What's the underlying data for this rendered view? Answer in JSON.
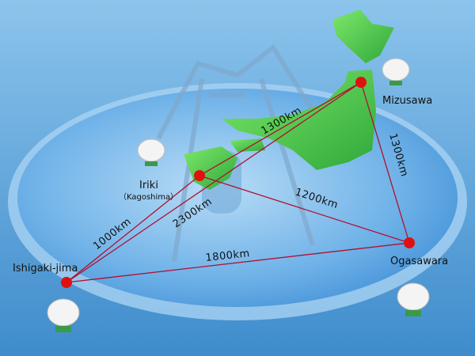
{
  "title": "VERA network",
  "stations": [
    {
      "name": "Mizusawa"
    },
    {
      "name": "Iriki",
      "sub": "（Kagoshima）"
    },
    {
      "name": "Ishigaki-jima"
    },
    {
      "name": "Ogasawara"
    }
  ],
  "distances": {
    "mizusawa_iriki": "1300km",
    "mizusawa_ogasawara": "1300km",
    "iriki_ogasawara": "1200km",
    "ishigaki_mizusawa": "2300km",
    "ishigaki_iriki": "1000km",
    "ishigaki_ogasawara": "1800km"
  },
  "colors": {
    "station": "#e01010",
    "baseline": "#b01030",
    "sea": "#5aa0d8"
  }
}
